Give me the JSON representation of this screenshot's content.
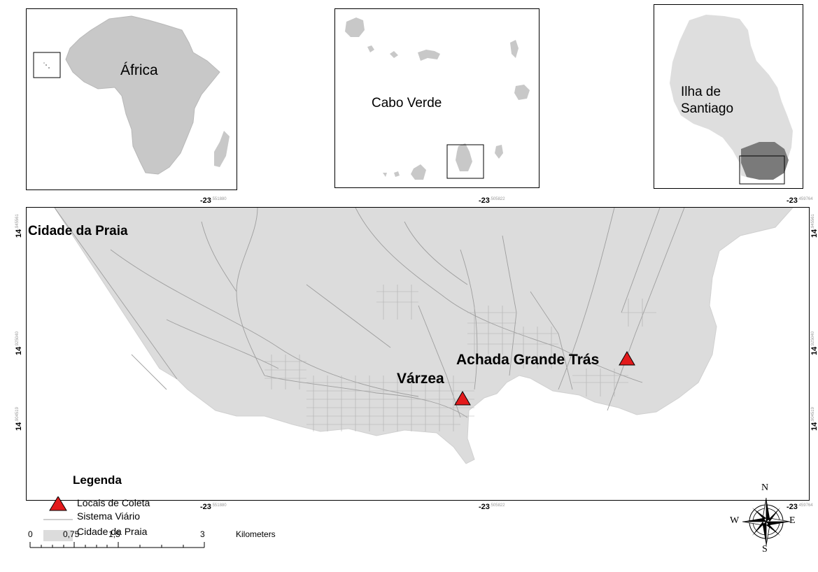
{
  "insets": {
    "africa": {
      "label": "África"
    },
    "cabo_verde": {
      "label": "Cabo Verde"
    },
    "santiago": {
      "label_line1": "Ilha de",
      "label_line2": "Santiago"
    }
  },
  "coordinates": {
    "lon_prefix": "-23",
    "lon_1_sup": ".551880",
    "lon_2_sup": ".505822",
    "lon_3_sup": ".459764",
    "lat_prefix": "14",
    "lat_1_sup": ".945561",
    "lat_2_sup": ".925040",
    "lat_3_sup": ".904519"
  },
  "main_map": {
    "title": "Cidade da Praia",
    "sites": [
      {
        "name": "Várzea"
      },
      {
        "name": "Achada Grande Trás"
      }
    ]
  },
  "legend": {
    "title": "Legenda",
    "items": [
      {
        "label": "Locais de Coleta",
        "symbol": "triangle",
        "color": "#e31a1c"
      },
      {
        "label": "Sistema Viário",
        "symbol": "line",
        "color": "#9e9e9e"
      },
      {
        "label": "Cidade da Praia",
        "symbol": "polygon",
        "color": "#dcdcdc"
      }
    ]
  },
  "scale_bar": {
    "labels": [
      "0",
      "0,75",
      "1,5",
      "3"
    ],
    "unit": "Kilometers"
  },
  "north_arrow": {
    "n": "N",
    "s": "S",
    "e": "E",
    "w": "W"
  },
  "colors": {
    "land": "#c8c8c8",
    "city": "#dcdcdc",
    "roads": "#9e9e9e",
    "highlight": "#7a7a7a",
    "site": "#e31a1c"
  }
}
